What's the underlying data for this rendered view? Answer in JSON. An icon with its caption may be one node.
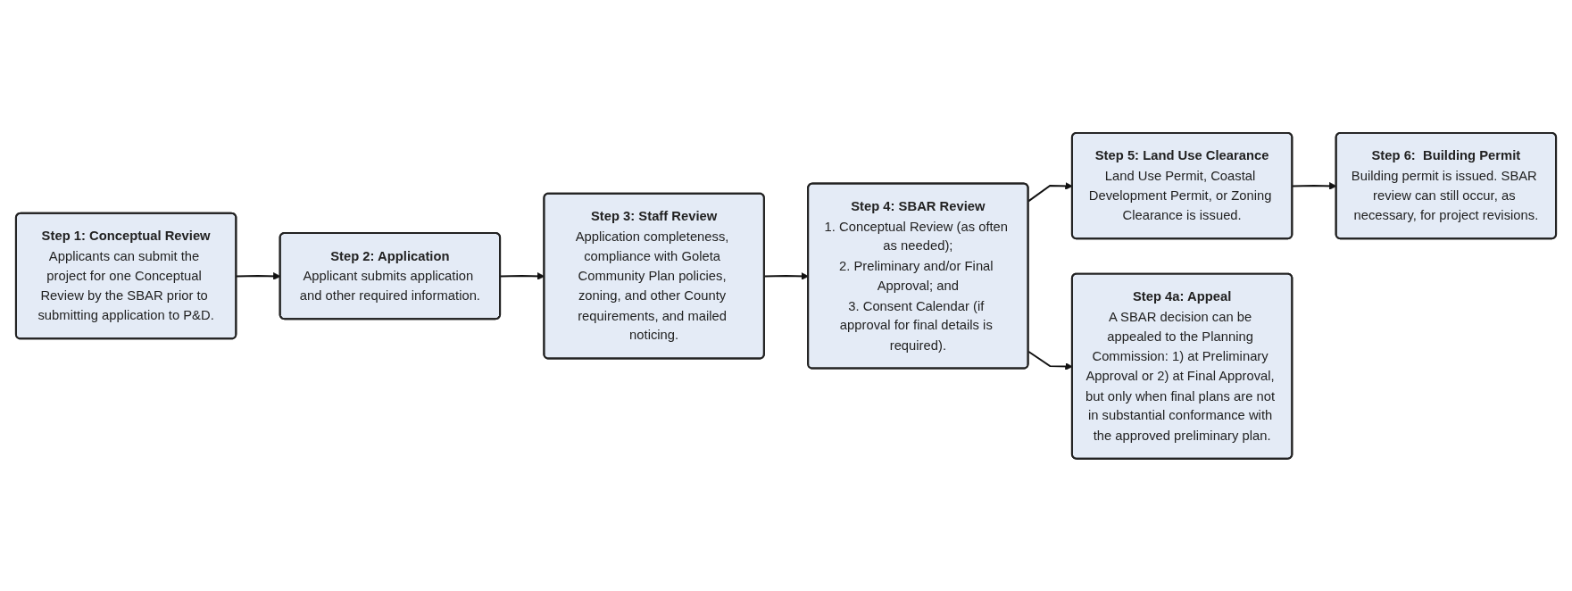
{
  "diagram": {
    "nodes": [
      {
        "text": [
          "Step 1: Conceptual Review",
          "Applicants can submit the project for one Conceptual Review by the SBAR prior to submitting application to P&D."
        ]
      },
      {
        "text": [
          "Step 2: Application",
          "Applicant submits application and other required information."
        ]
      },
      {
        "text": [
          "Step 3: Staff Review",
          "Application completeness, compliance with Goleta Community Plan policies, zoning, and other County requirements, and mailed noticing."
        ]
      },
      {
        "text": [
          "Step 4: SBAR Review",
          "1. Conceptual Review (as often as needed);",
          "2. Preliminary and/or Final Approval; and",
          "3. Consent Calendar (if approval for final details is required)."
        ]
      },
      {
        "text": [
          "Step 5: Land Use Clearance",
          "Land Use Permit, Coastal Development Permit, or Zoning Clearance is issued."
        ]
      },
      {
        "text": [
          "Step 4a: Appeal",
          "A SBAR decision can be appealed to the Planning Commission: 1) at Preliminary Approval or 2) at Final Approval, but only when final plans are not in substantial conformance with the approved preliminary plan."
        ]
      },
      {
        "text": [
          "Step 6:  Building Permit",
          "Building permit is issued. SBAR review can still occur, as necessary, for project revisions."
        ]
      }
    ],
    "edges": [
      {
        "from": 0,
        "to": 1,
        "arrow": "to"
      },
      {
        "from": 1,
        "to": 2,
        "arrow": "to"
      },
      {
        "from": 2,
        "to": 3,
        "arrow": "to"
      },
      {
        "from": 3,
        "to": 4,
        "arrow": "to"
      },
      {
        "from": 3,
        "to": 5,
        "arrow": "to"
      },
      {
        "from": 4,
        "to": 6,
        "arrow": "to"
      }
    ]
  }
}
